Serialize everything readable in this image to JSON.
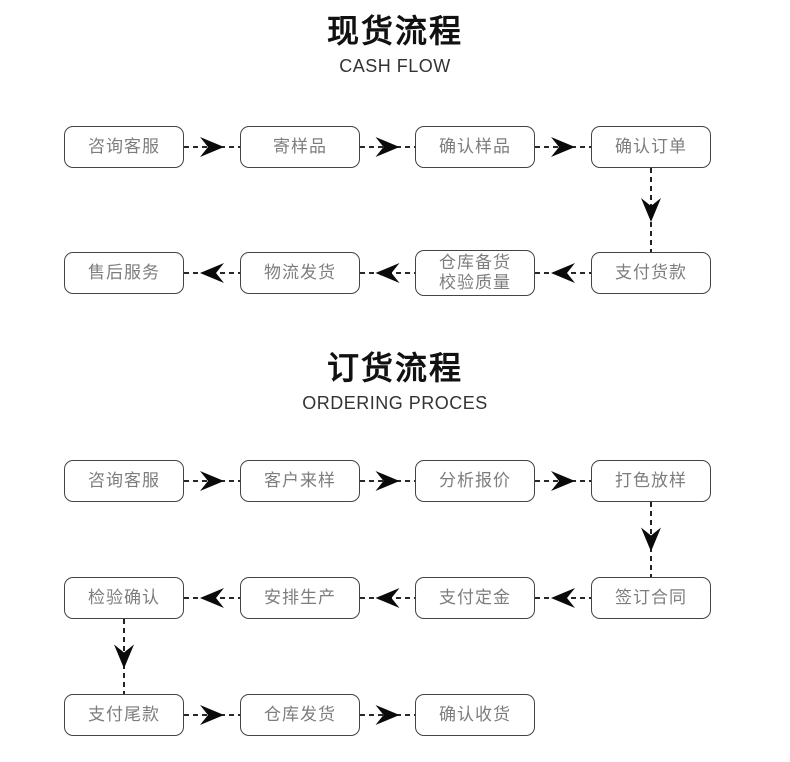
{
  "colors": {
    "background": "#ffffff",
    "title": "#111111",
    "subtitle": "#333333",
    "box_border": "#444444",
    "box_text": "#7d7d7d",
    "arrow": "#0a0a0a"
  },
  "sections": [
    {
      "title": "现货流程",
      "subtitle": "CASH FLOW",
      "rows": [
        {
          "direction": "right",
          "boxes": [
            "咨询客服",
            "寄样品",
            "确认样品",
            "确认订单"
          ]
        },
        {
          "direction": "left",
          "boxes": [
            "售后服务",
            "物流发货",
            "仓库备货\n校验质量",
            "支付货款"
          ]
        }
      ],
      "connectors": [
        {
          "from": "确认订单",
          "to": "支付货款",
          "direction": "down"
        }
      ]
    },
    {
      "title": "订货流程",
      "subtitle": "ORDERING PROCES",
      "rows": [
        {
          "direction": "right",
          "boxes": [
            "咨询客服",
            "客户来样",
            "分析报价",
            "打色放样"
          ]
        },
        {
          "direction": "left",
          "boxes": [
            "检验确认",
            "安排生产",
            "支付定金",
            "签订合同"
          ]
        },
        {
          "direction": "right",
          "boxes": [
            "支付尾款",
            "仓库发货",
            "确认收货"
          ]
        }
      ],
      "connectors": [
        {
          "from": "打色放样",
          "to": "签订合同",
          "direction": "down"
        },
        {
          "from": "检验确认",
          "to": "支付尾款",
          "direction": "down"
        }
      ]
    }
  ]
}
